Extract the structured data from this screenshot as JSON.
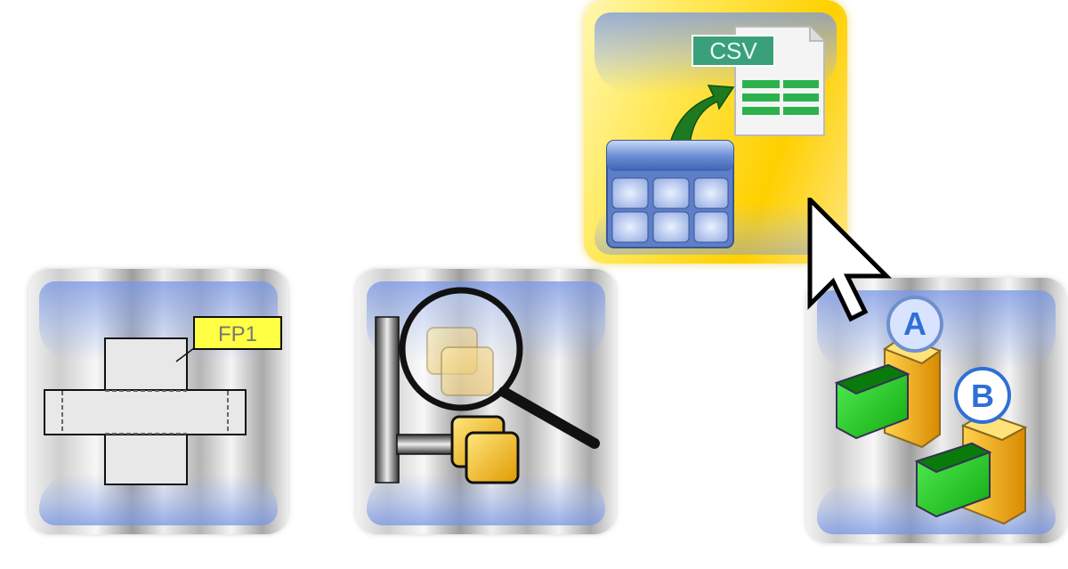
{
  "tiles": [
    {
      "id": "floor-plan",
      "label": "FP1"
    },
    {
      "id": "search-hierarchy",
      "label": ""
    },
    {
      "id": "export-csv",
      "label": "CSV"
    },
    {
      "id": "compare",
      "label_a": "A",
      "label_b": "B"
    }
  ],
  "colors": {
    "csv_badge": "#3aa07a",
    "spreadsheet_green": "#2bb24c",
    "label_yellow": "#ffff44",
    "box_green": "#22cc22",
    "box_orange": "#f2a500",
    "circle_blue": "#2f6fd6"
  }
}
